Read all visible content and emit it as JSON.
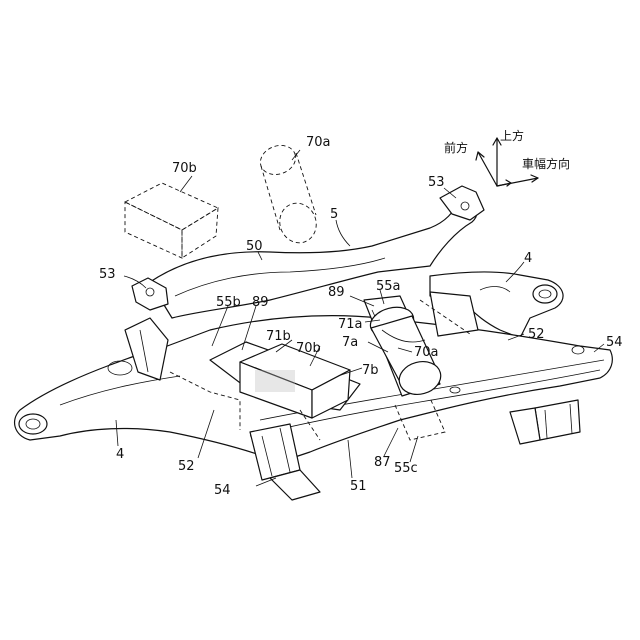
{
  "axes": {
    "front": "前方",
    "up": "上方",
    "width": "車幅方向"
  },
  "labels": {
    "l70a_top": "70a",
    "l70b_top": "70b",
    "l5": "5",
    "l53_right": "53",
    "l53_left": "53",
    "l50": "50",
    "l4_right": "4",
    "l4_left": "4",
    "l54_right": "54",
    "l54_bottom": "54",
    "l52_right": "52",
    "l52_bottom": "52",
    "l89_a": "89",
    "l89_b": "89",
    "l55a": "55a",
    "l55b": "55b",
    "l55c": "55c",
    "l71a": "71a",
    "l71b": "71b",
    "l7a": "7a",
    "l7b": "7b",
    "l70a_mid": "70a",
    "l70b_mid": "70b",
    "l87": "87",
    "l51": "51"
  }
}
